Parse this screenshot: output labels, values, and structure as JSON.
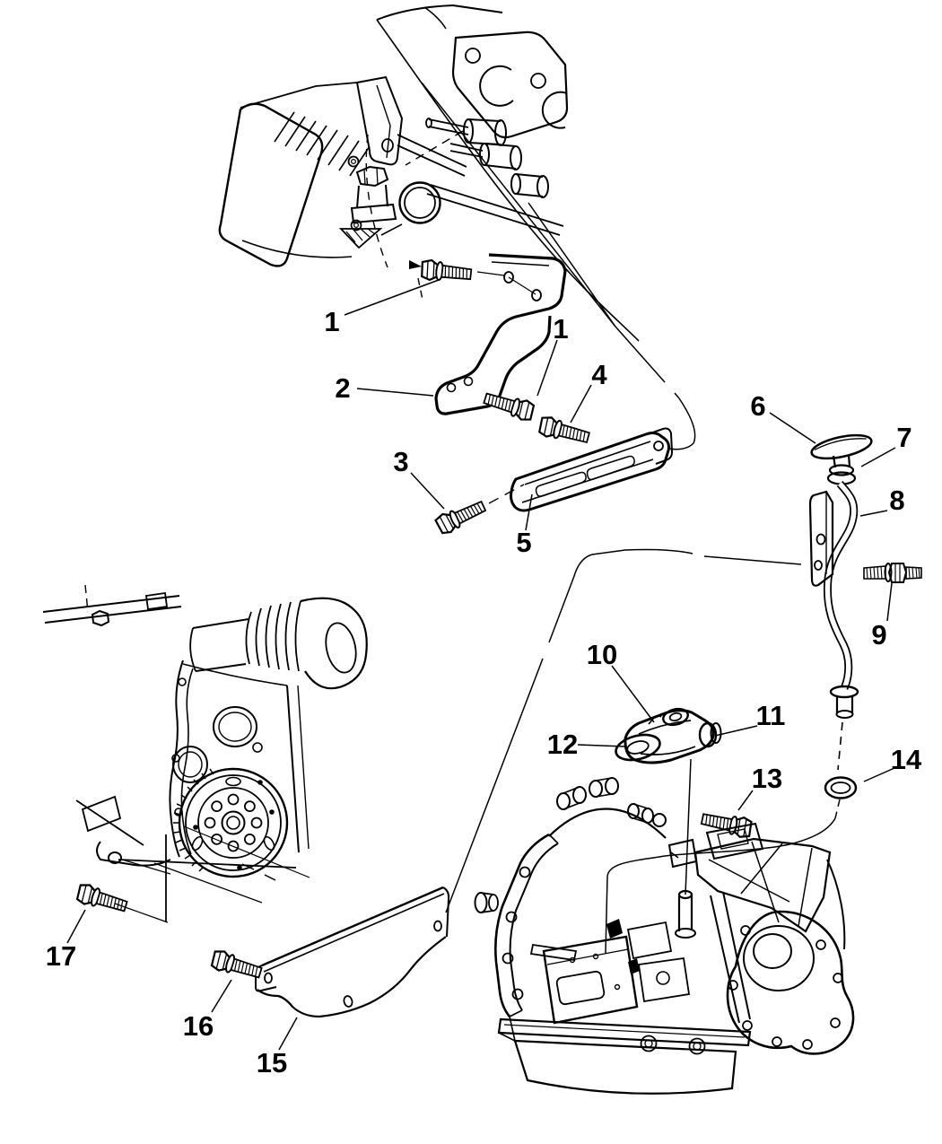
{
  "diagram": {
    "title": "",
    "colors": {
      "background": "#ffffff",
      "line": "#000000"
    },
    "callouts": [
      {
        "label": "1"
      },
      {
        "label": "1"
      },
      {
        "label": "2"
      },
      {
        "label": "3"
      },
      {
        "label": "4"
      },
      {
        "label": "5"
      },
      {
        "label": "6"
      },
      {
        "label": "7"
      },
      {
        "label": "8"
      },
      {
        "label": "9"
      },
      {
        "label": "10"
      },
      {
        "label": "11"
      },
      {
        "label": "12"
      },
      {
        "label": "13"
      },
      {
        "label": "14"
      },
      {
        "label": "15"
      },
      {
        "label": "16"
      },
      {
        "label": "17"
      }
    ]
  }
}
